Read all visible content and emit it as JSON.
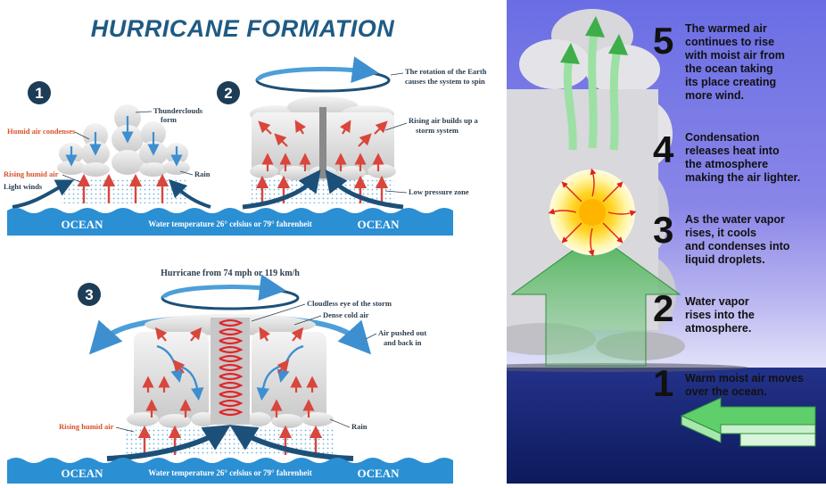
{
  "left": {
    "title": "HURRICANE FORMATION",
    "panel1": {
      "number": "1",
      "thunderclouds_line1": "Thunderclouds",
      "thunderclouds_line2": "form",
      "humid_condenses": "Humid air condenses",
      "rising_humid": "Rising humid air",
      "light_winds": "Light winds",
      "rain": "Rain",
      "ocean": "OCEAN"
    },
    "panel2": {
      "number": "2",
      "rotation_line1": "The rotation of the Earth",
      "rotation_line2": "causes the system to spin",
      "rising_line1": "Rising air builds up a",
      "rising_line2": "storm system",
      "low_pressure": "Low pressure zone",
      "ocean": "OCEAN"
    },
    "water_temp_top": "Water temperature 26° celsius or 79° fahrenheit",
    "panel3": {
      "number": "3",
      "hurricane_from": "Hurricane from 74 mph or 119 km/h",
      "cloudless_eye": "Cloudless eye of the storm",
      "dense_cold": "Dense cold air",
      "pushed_line1": "Air pushed out",
      "pushed_line2": "and back in",
      "rising_humid": "Rising humid air",
      "rain": "Rain",
      "ocean_left": "OCEAN",
      "water_temp": "Water temperature 26° celsius or 79° fahrenheit",
      "ocean_right": "OCEAN"
    }
  },
  "right": {
    "steps": [
      {
        "num": "5",
        "lines": [
          "The warmed air",
          "continues to rise",
          "with moist air from",
          "the ocean taking",
          "its place creating",
          "more wind."
        ]
      },
      {
        "num": "4",
        "lines": [
          "Condensation",
          "releases heat into",
          "the atmosphere",
          "making the air lighter."
        ]
      },
      {
        "num": "3",
        "lines": [
          "As the water vapor",
          "rises, it cools",
          "and condenses into",
          "liquid droplets."
        ]
      },
      {
        "num": "2",
        "lines": [
          "Water vapor",
          "rises into the",
          "atmosphere."
        ]
      },
      {
        "num": "1",
        "lines": [
          "Warm moist air moves",
          "over the ocean."
        ]
      }
    ]
  },
  "colors": {
    "title_blue": "#1f5b84",
    "ocean_blue": "#2b8fd3",
    "arrow_red": "#d9463c",
    "label_red": "#d8512d",
    "sky_purple": "#7a74e0",
    "arrow_green": "#3fae4a"
  }
}
